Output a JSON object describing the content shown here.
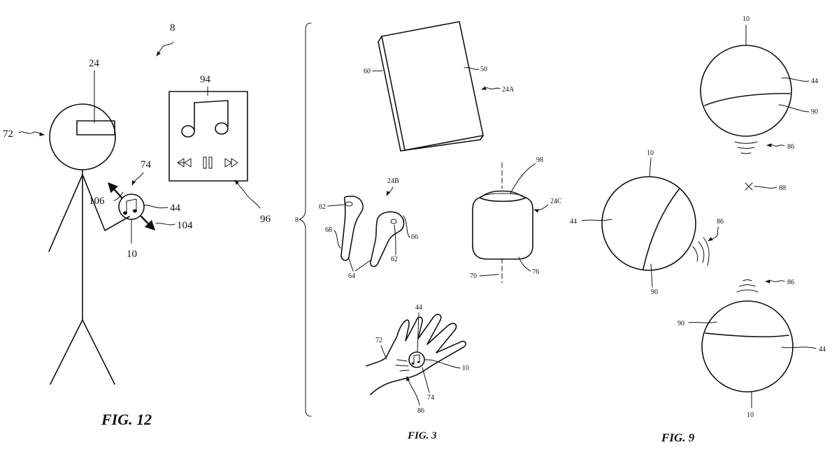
{
  "fig12": {
    "caption": "FIG. 12",
    "refs": {
      "system": "8",
      "user": "72",
      "headset": "24",
      "device": "74",
      "ring": "10",
      "ring_surface": "44",
      "ring_motion_up": "106",
      "ring_motion_down": "104",
      "display": "94",
      "controls": "96"
    },
    "icons": [
      "music-note-icon",
      "rewind-icon",
      "pause-icon",
      "fast-forward-icon"
    ]
  },
  "fig3": {
    "caption": "FIG. 3",
    "refs": {
      "system": "8",
      "tablet": "24A",
      "tablet_front": "50",
      "tablet_edge": "60",
      "earbuds": "24B",
      "earbud_head": "62",
      "earbud_head_2": "62",
      "earbud_stem": "64",
      "earbud_side_right": "66",
      "earbud_side_left": "68",
      "speaker": "24C",
      "speaker_top": "98",
      "speaker_axis": "70",
      "speaker_body": "76",
      "hand": "72",
      "hand_ring_surface": "44",
      "hand_ring": "10",
      "hand_device": "74",
      "hand_motion": "86"
    }
  },
  "fig9": {
    "caption": "FIG. 9",
    "refs": {
      "top_ball": "10",
      "top_surface": "44",
      "top_band": "90",
      "top_haptic": "86",
      "mid_marker": "88",
      "mid_ball": "10",
      "mid_surface": "44",
      "mid_haptic": "86",
      "mid_band": "90",
      "bot_haptic": "86",
      "bot_band": "90",
      "bot_surface": "44",
      "bot_ball": "10"
    }
  }
}
